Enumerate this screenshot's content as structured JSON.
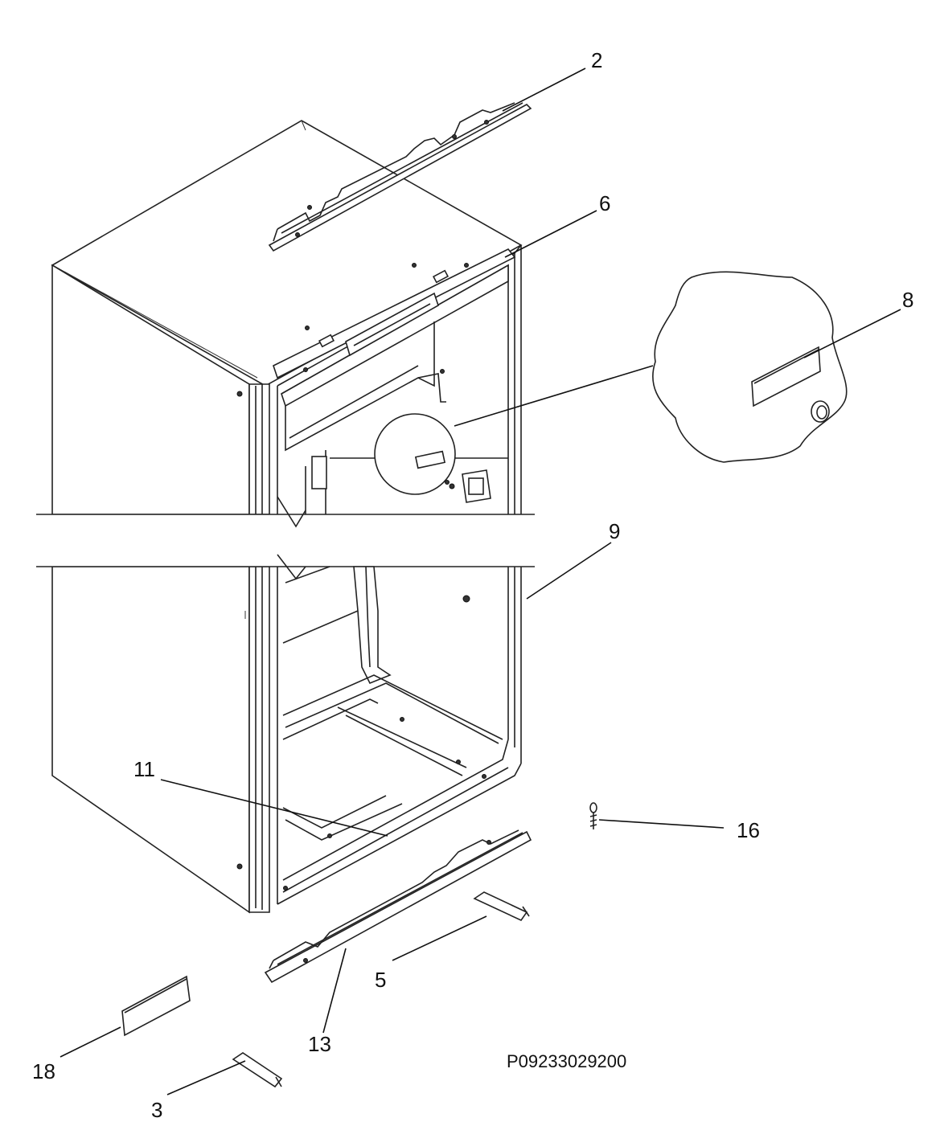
{
  "callouts": {
    "c2": "2",
    "c6": "6",
    "c8": "8",
    "c9": "9",
    "c11": "11",
    "c16": "16",
    "c5": "5",
    "c13": "13",
    "c18": "18",
    "c3": "3"
  },
  "document_id": "P09233029200",
  "colors": {
    "line": "#222222",
    "background": "#ffffff"
  }
}
